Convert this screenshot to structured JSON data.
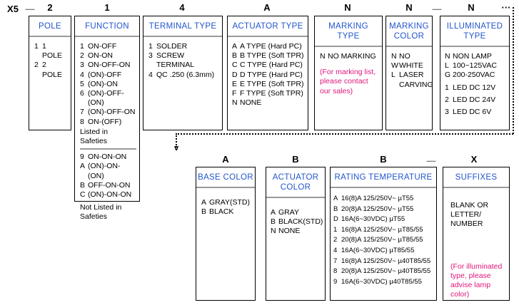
{
  "prefix": "X5",
  "dash": "—",
  "ellipsis": "···",
  "arrow_glyph": "v",
  "top_codes": [
    "2",
    "1",
    "4",
    "A",
    "N",
    "N",
    "N"
  ],
  "bottom_codes": [
    "A",
    "B",
    "B",
    "X"
  ],
  "boxes": {
    "pole": {
      "title": "POLE",
      "items": [
        {
          "k": "1",
          "v": "1 POLE"
        },
        {
          "k": "2",
          "v": "2 POLE"
        }
      ]
    },
    "function": {
      "title": "FUNCTION",
      "items": [
        {
          "k": "1",
          "v": "ON-OFF"
        },
        {
          "k": "2",
          "v": "ON-ON"
        },
        {
          "k": "3",
          "v": "ON-OFF-ON"
        },
        {
          "k": "4",
          "v": "(ON)-OFF"
        },
        {
          "k": "5",
          "v": "(ON)-ON"
        },
        {
          "k": "6",
          "v": "(ON)-OFF-(ON)"
        },
        {
          "k": "7",
          "v": "(ON)-OFF-ON"
        },
        {
          "k": "8",
          "v": "ON-(OFF)"
        }
      ],
      "note1": "Listed in Safeties",
      "items2": [
        {
          "k": "9",
          "v": "ON-ON-ON"
        },
        {
          "k": "A",
          "v": "(ON)-ON-(ON)"
        },
        {
          "k": "B",
          "v": "OFF-ON-ON"
        },
        {
          "k": "C",
          "v": "(ON)-ON-ON"
        }
      ],
      "note2": "Not Listed in Safeties"
    },
    "terminal_type": {
      "title": "TERMINAL TYPE",
      "items": [
        {
          "k": "1",
          "v": "SOLDER"
        },
        {
          "k": "3",
          "v": "SCREW TERMINAL"
        },
        {
          "k": "4",
          "v": "QC .250  (6.3mm)"
        }
      ]
    },
    "actuator_type": {
      "title": "ACTUATOR TYPE",
      "items": [
        {
          "k": "A",
          "v": "A TYPE (Hard PC)"
        },
        {
          "k": "B",
          "v": "B TYPE (Soft TPR)"
        },
        {
          "k": "C",
          "v": "C TYPE (Hard PC)"
        },
        {
          "k": "D",
          "v": "D TYPE (Hard PC)"
        },
        {
          "k": "E",
          "v": "E TYPE (Soft TPR)"
        },
        {
          "k": "F",
          "v": "F TYPE (Soft TPR)"
        },
        {
          "k": "N",
          "v": "NONE"
        }
      ]
    },
    "marking_type": {
      "title": "MARKING TYPE",
      "items": [
        {
          "k": "N",
          "v": "NO MARKING"
        }
      ],
      "note": "(For marking list, please contact our sales)"
    },
    "marking_color": {
      "title": "MARKING COLOR",
      "items": [
        {
          "k": "N",
          "v": "NO"
        },
        {
          "k": "W",
          "v": "WHITE"
        },
        {
          "k": "L",
          "v": "LASER CARVING"
        }
      ]
    },
    "illuminated_type": {
      "title": "ILLUMINATED TYPE",
      "items": [
        {
          "k": "N",
          "v": "NON LAMP"
        },
        {
          "k": "L",
          "v": "100~125VAC"
        },
        {
          "k": "G",
          "v": "200-250VAC"
        },
        {
          "k": "1",
          "v": "LED  DC 12V"
        },
        {
          "k": "2",
          "v": "LED  DC 24V"
        },
        {
          "k": "3",
          "v": "LED  DC 6V"
        }
      ]
    },
    "base_color": {
      "title": "BASE COLOR",
      "items": [
        {
          "k": "A",
          "v": "GRAY(STD)"
        },
        {
          "k": "B",
          "v": "BLACK"
        }
      ]
    },
    "actuator_color": {
      "title": "ACTUATOR COLOR",
      "items": [
        {
          "k": "A",
          "v": "GRAY"
        },
        {
          "k": "B",
          "v": "BLACK(STD)"
        },
        {
          "k": "N",
          "v": "NONE"
        }
      ]
    },
    "rating_temperature": {
      "title": "RATING TEMPERATURE",
      "items": [
        {
          "k": "A",
          "v": "16(8)A 125/250V~ µT55"
        },
        {
          "k": "B",
          "v": "20(8)A 125/250V~ µT55"
        },
        {
          "k": "D",
          "v": "16A(6~30VDC) µT55"
        },
        {
          "k": "1",
          "v": "16(8)A 125/250V~ µT85/55"
        },
        {
          "k": "2",
          "v": "20(8)A 125/250V~ µT85/55"
        },
        {
          "k": "4",
          "v": "16A(6~30VDC) µT85/55"
        },
        {
          "k": "7",
          "v": "16(8)A 125/250V~ µ40T85/55"
        },
        {
          "k": "8",
          "v": "20(8)A 125/250V~ µ40T85/55"
        },
        {
          "k": "9",
          "v": "16A(6~30VDC) µ40T85/55"
        }
      ]
    },
    "suffixes": {
      "title": "SUFFIXES",
      "text": "BLANK OR LETTER/ NUMBER",
      "note": "(For illuminated type, please advise lamp color)"
    }
  }
}
